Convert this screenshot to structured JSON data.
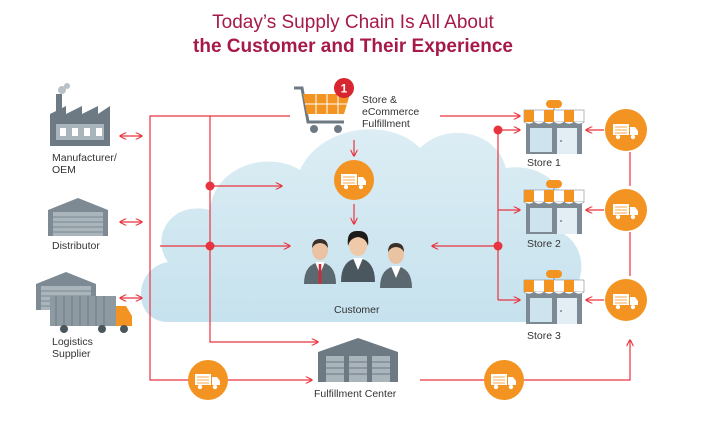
{
  "title": {
    "line1": "Today’s Supply Chain Is All About",
    "line2": "the Customer and Their Experience"
  },
  "nodes": {
    "manufacturer": {
      "line1": "Manufacturer/",
      "line2": "OEM"
    },
    "distributor": {
      "label": "Distributor"
    },
    "logistics": {
      "line1": "Logistics",
      "line2": "Supplier"
    },
    "store_fulfillment": {
      "line1": "Store &",
      "line2": "eCommerce",
      "line3": "Fulfillment",
      "badge": "1"
    },
    "customer": {
      "label": "Customer"
    },
    "fulfillment_center": {
      "label": "Fulfillment Center"
    },
    "store1": {
      "label": "Store 1"
    },
    "store2": {
      "label": "Store 2"
    },
    "store3": {
      "label": "Store 3"
    }
  },
  "icons": {
    "factory": "factory-icon",
    "warehouse": "warehouse-icon",
    "truck": "truck-icon",
    "cart": "shopping-cart-icon",
    "store": "storefront-icon",
    "people": "customer-group-icon"
  },
  "colors": {
    "title": "#a6194a",
    "arrow": "#e8343f",
    "truck_circle": "#f39321",
    "cloud": "#cfe7f1",
    "building": "#6d7a84",
    "awning_orange": "#f39321"
  }
}
